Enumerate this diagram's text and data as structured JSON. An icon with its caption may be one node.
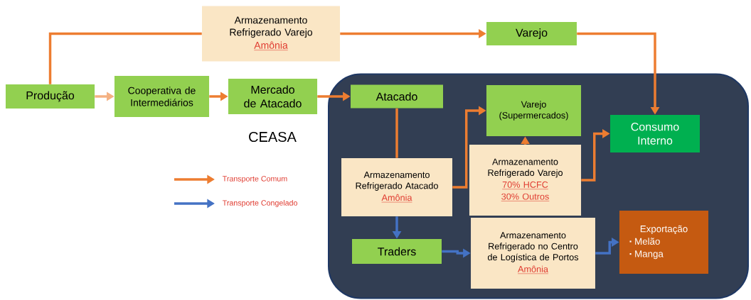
{
  "diagram": {
    "nodes": [
      {
        "text": [
          "Produção"
        ]
      },
      {
        "text": [
          "Cooperativa de Intermediários"
        ]
      },
      {
        "text": [
          "Mercado de Atacado"
        ]
      },
      {
        "text": [
          "Armazenamento Refrigerado Varejo",
          "Amônia"
        ]
      },
      {
        "text": [
          "Varejo"
        ]
      },
      {
        "text": [],
        "shape": "box"
      },
      {
        "text": [
          "Atacado"
        ],
        "in": 5
      },
      {
        "text": [
          "Varejo (Supermercados)"
        ],
        "in": 5
      },
      {
        "text": [
          "Consumo Interno"
        ],
        "in": 5
      },
      {
        "text": [
          "Armazenamento Refrigerado Atacado",
          "Amônia"
        ],
        "in": 5
      },
      {
        "text": [
          "Armazenamento Refrigerado Varejo",
          "70% HCFC",
          "30% Outros"
        ],
        "in": 5
      },
      {
        "text": [
          "Traders"
        ],
        "in": 5
      },
      {
        "text": [
          "Armazenamento Refrigerado no Centro de Logística de Portos",
          "Amônia"
        ],
        "in": 5
      },
      {
        "text": [
          "Exportação",
          "Melão",
          "Manga"
        ],
        "in": 5
      }
    ],
    "edges": [
      {
        "from": 0,
        "to": 3,
        "arrow": "none"
      },
      {
        "from": 3,
        "to": 4,
        "arrow": "to"
      },
      {
        "from": 0,
        "to": 1,
        "arrow": "to",
        "color": "#f4b183"
      },
      {
        "from": 1,
        "to": 2,
        "arrow": "to"
      },
      {
        "from": 2,
        "to": 6,
        "arrow": "to"
      },
      {
        "from": 4,
        "to": 8,
        "arrow": "to"
      },
      {
        "from": 6,
        "to": 9,
        "arrow": "none"
      },
      {
        "from": 9,
        "to": 7,
        "arrow": "to"
      },
      {
        "from": 10,
        "to": 7,
        "arrow": "to"
      },
      {
        "from": 10,
        "to": 8,
        "arrow": "to"
      },
      {
        "from": 9,
        "to": 11,
        "arrow": "to",
        "color": "#4472c4"
      },
      {
        "from": 11,
        "to": 12,
        "arrow": "to",
        "color": "#4472c4"
      },
      {
        "from": 12,
        "to": 13,
        "arrow": "to",
        "color": "#4472c4"
      }
    ],
    "labels": [
      "CEASA"
    ],
    "legend": [
      {
        "text": "Transporte Comum"
      },
      {
        "text": "Transporte Congelado"
      }
    ]
  }
}
